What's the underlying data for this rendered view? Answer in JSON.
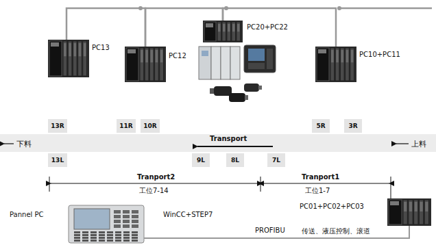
{
  "diagram": {
    "nodes": [
      {
        "text": [
          "PC13"
        ]
      },
      {
        "text": [
          "PC12"
        ]
      },
      {
        "text": [
          "PC20+PC22"
        ]
      },
      {
        "text": [
          "PC10+PC11"
        ]
      },
      {
        "text": [
          "PC01+PC02+PC03"
        ]
      },
      {
        "text": [
          "Pannel PC"
        ]
      },
      {
        "text": [
          "13R"
        ]
      },
      {
        "text": [
          "11R"
        ]
      },
      {
        "text": [
          "10R"
        ]
      },
      {
        "text": [
          "5R"
        ]
      },
      {
        "text": [
          "3R"
        ]
      },
      {
        "text": [
          "13L"
        ]
      },
      {
        "text": [
          "9L"
        ]
      },
      {
        "text": [
          "8L"
        ]
      },
      {
        "text": [
          "7L"
        ]
      }
    ],
    "edges": [
      {
        "from": 0,
        "to": 1,
        "arrow": "none"
      },
      {
        "from": 1,
        "to": 2,
        "arrow": "none"
      },
      {
        "from": 2,
        "to": 3,
        "arrow": "none"
      },
      {
        "from": 5,
        "to": 4,
        "arrow": "none"
      }
    ],
    "labels": [
      "下料",
      "上料",
      "Transport",
      "Tranport2",
      "工位7-14",
      "Tranport1",
      "工位1-7",
      "WinCC+STEP7",
      "PROFIBU",
      "传送、液压控制、滚道"
    ]
  }
}
